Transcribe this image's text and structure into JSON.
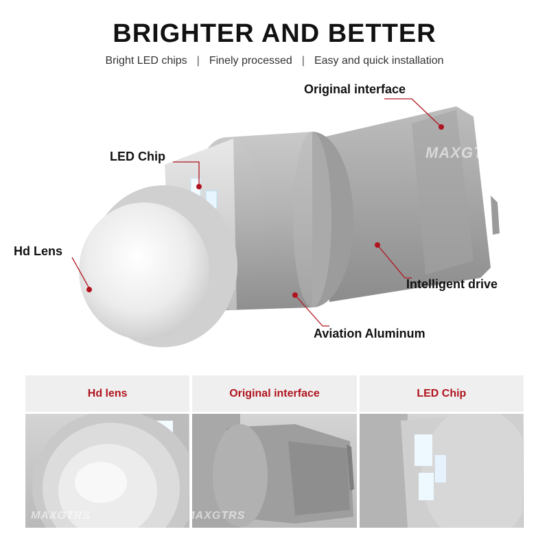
{
  "headline": "BRIGHTER AND BETTER",
  "taglines": [
    "Bright LED chips",
    "Finely processed",
    "Easy and quick installation"
  ],
  "separator": "|",
  "callouts": {
    "original_interface": "Original interface",
    "led_chip": "LED Chip",
    "hd_lens": "Hd Lens",
    "intelligent_drive": "Intelligent drive",
    "aviation_aluminum": "Aviation Aluminum"
  },
  "watermark": "MAXGTRS",
  "panels": [
    {
      "label": "Hd lens"
    },
    {
      "label": "Original interface"
    },
    {
      "label": "LED Chip"
    }
  ],
  "colors": {
    "accent_red": "#b0141e",
    "callout_line": "#b0141e",
    "header_bg": "#efefef",
    "aluminum": "#a9a9a9"
  }
}
